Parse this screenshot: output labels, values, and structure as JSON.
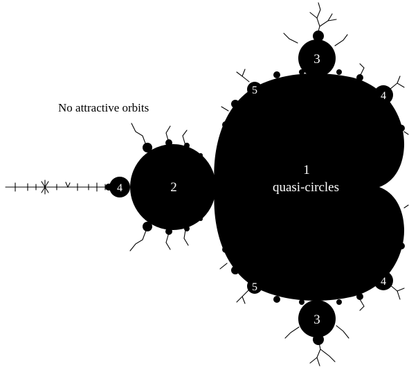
{
  "caption": "No attractive orbits",
  "main_cardioid": {
    "period": "1",
    "description": "quasi-circles"
  },
  "bulbs": {
    "period_2": "2",
    "period_3_top": "3",
    "period_3_bottom": "3",
    "period_4_left": "4",
    "period_4_upper_right": "4",
    "period_4_lower_right": "4",
    "period_5_upper": "5",
    "period_5_lower": "5"
  },
  "colors": {
    "set": "#000000",
    "background": "#ffffff",
    "label": "#ffffff"
  }
}
